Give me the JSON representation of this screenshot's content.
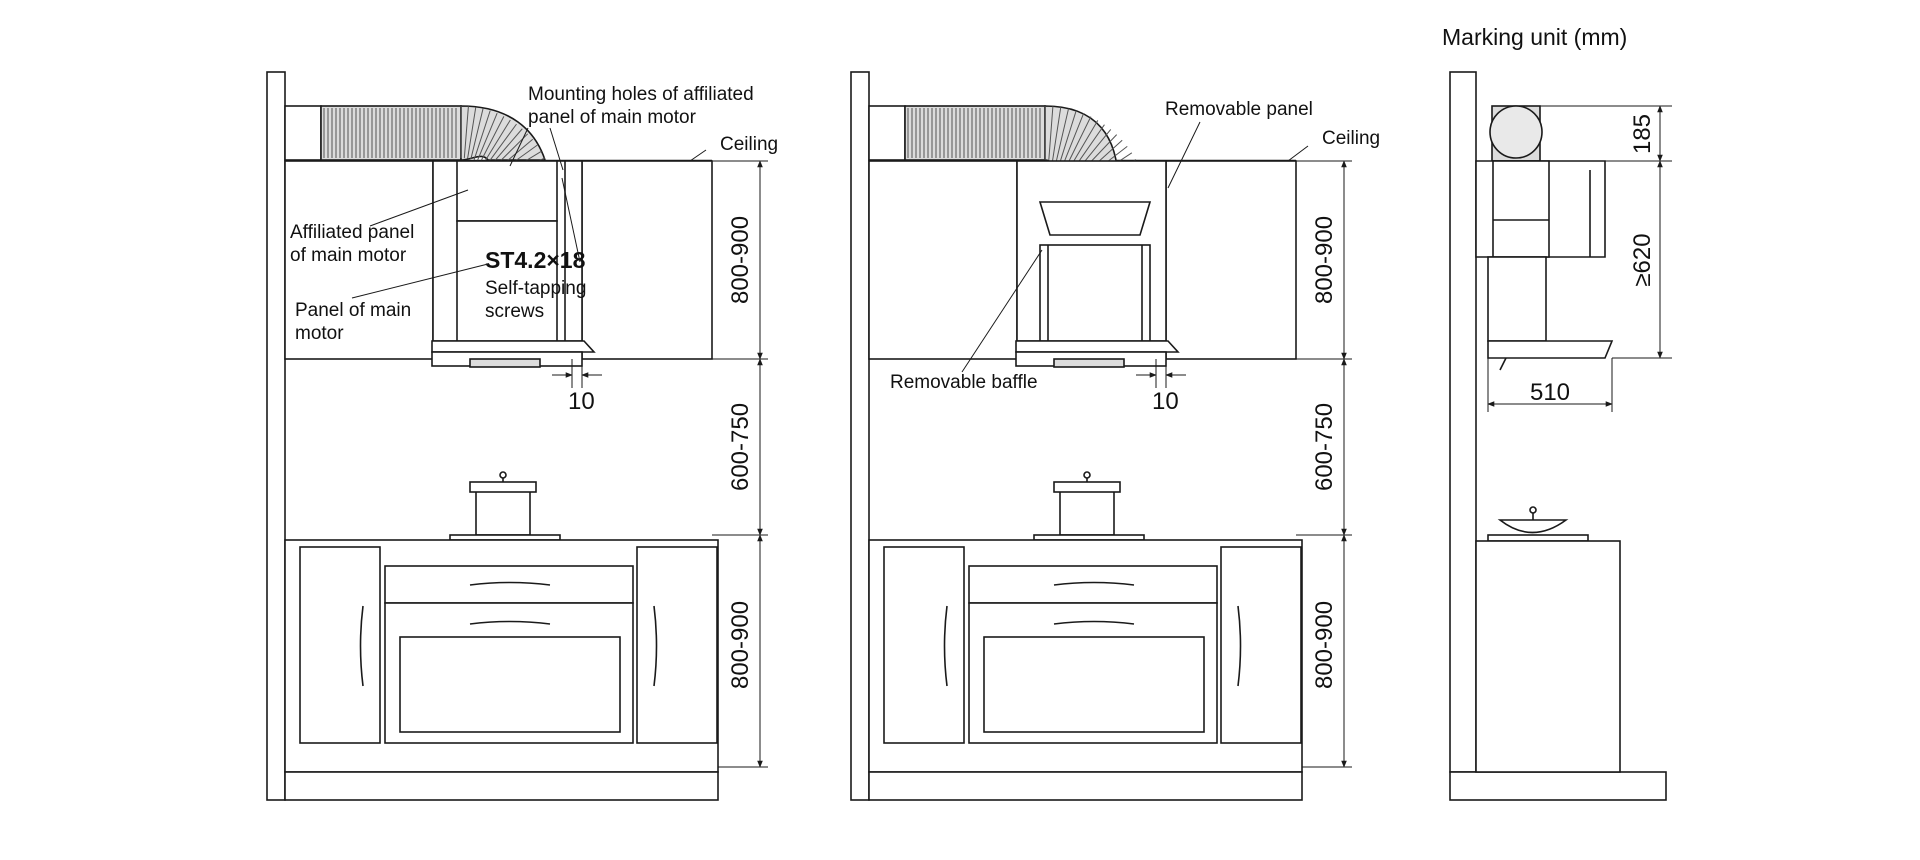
{
  "caption": "Marking unit (mm)",
  "view1": {
    "mounting_holes_1": "Mounting holes of affiliated",
    "mounting_holes_2": "panel of main motor",
    "ceiling": "Ceiling",
    "affiliated_panel_1": "Affiliated panel",
    "affiliated_panel_2": "of main motor",
    "screw_spec": "ST4.2×18",
    "self_tapping_1": "Self-tapping",
    "self_tapping_2": "screws",
    "panel_main_1": "Panel of main",
    "panel_main_2": "motor",
    "gap": "10",
    "dim_upper": "800-900",
    "dim_middle": "600-750",
    "dim_lower": "800-900"
  },
  "view2": {
    "removable_panel": "Removable panel",
    "ceiling": "Ceiling",
    "removable_baffle": "Removable baffle",
    "gap": "10",
    "dim_upper": "800-900",
    "dim_middle": "600-750",
    "dim_lower": "800-900"
  },
  "view3": {
    "dim_duct": "185",
    "dim_height": "≥620",
    "dim_depth": "510"
  }
}
